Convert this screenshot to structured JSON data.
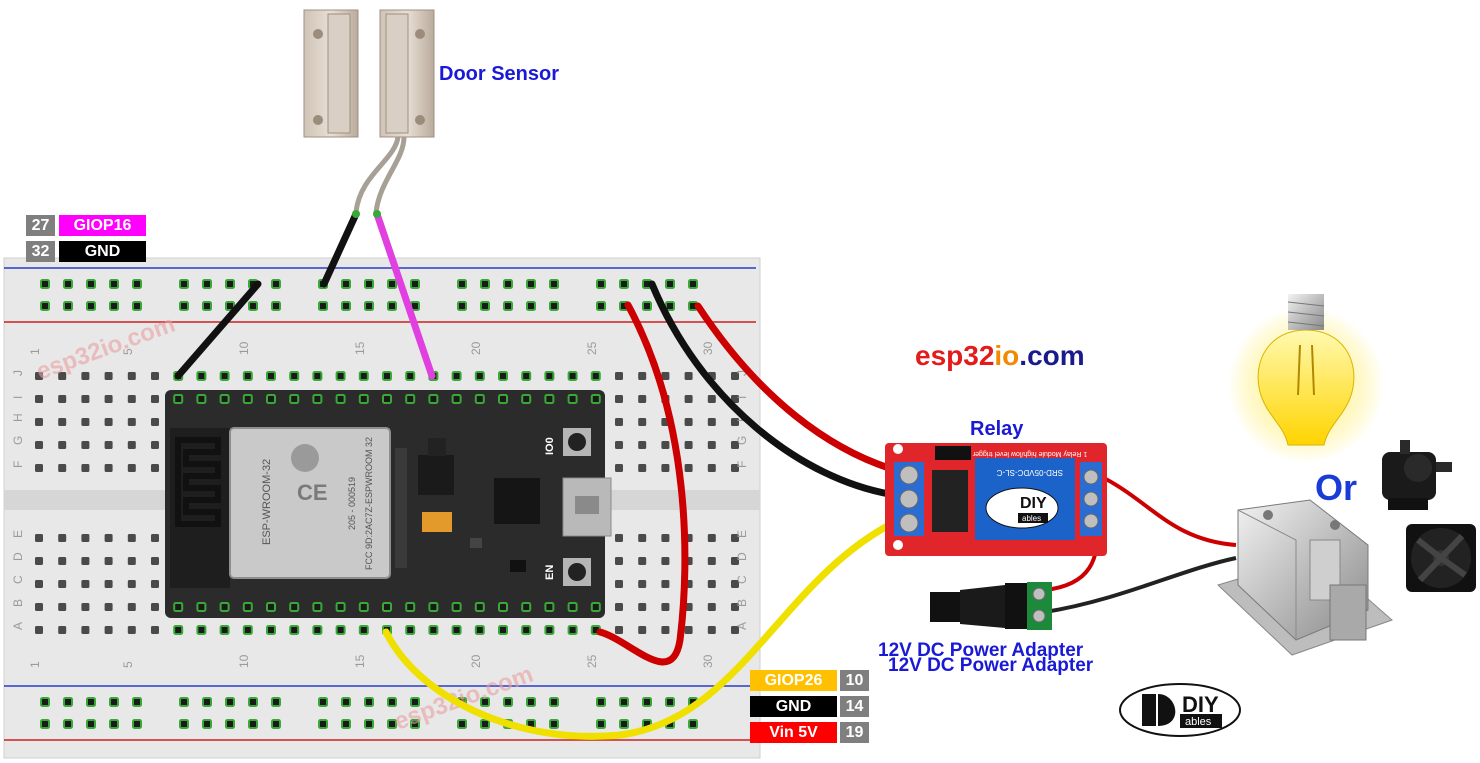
{
  "labels": {
    "door_sensor": "Door Sensor",
    "relay": "Relay",
    "site_red": "esp32",
    "site_orange": "io",
    "site_blue": ".com",
    "or": "Or",
    "power_adapter": "12V DC Power Adapter",
    "watermark": "esp32io.com"
  },
  "pin_tags_left": [
    {
      "num": "27",
      "name": "GIOP16",
      "color": "#ff00ff"
    },
    {
      "num": "32",
      "name": "GND",
      "color": "#000000"
    }
  ],
  "pin_tags_bottom": [
    {
      "num": "10",
      "name": "GIOP26",
      "color": "#ffc000"
    },
    {
      "num": "14",
      "name": "GND",
      "color": "#000000"
    },
    {
      "num": "19",
      "name": "Vin 5V",
      "color": "#ff0000"
    }
  ],
  "breadboard": {
    "col_numbers": [
      "1",
      "5",
      "10",
      "15",
      "20",
      "25",
      "30"
    ],
    "row_letters_top": [
      "J",
      "I",
      "H",
      "G",
      "F"
    ],
    "row_letters_bottom": [
      "E",
      "D",
      "C",
      "B",
      "A"
    ]
  },
  "esp32_board": {
    "module_text": "ESP-WROOM-32",
    "fcc_text": "FCC 9D:2AC7Z-ESPWROOM 32",
    "cert_text": "205 - 000519",
    "btn_io0": "IO0",
    "btn_en": "EN"
  },
  "relay_module": {
    "brand_diy": "DIY",
    "brand_ables": "ables",
    "relay_text": "SRD-05VDC-SL-C",
    "header_text": "1 Relay Module  high/low level trigger"
  },
  "logo": {
    "diy": "DIY",
    "ables": "ables"
  },
  "colors": {
    "wire_black": "#111111",
    "wire_red": "#cc0000",
    "wire_yellow": "#f0e000",
    "wire_magenta": "#e040e0",
    "label_blue": "#1a1ad6",
    "site_red": "#e31b1b",
    "site_orange": "#f08a00",
    "site_blue": "#1a1a8c"
  }
}
